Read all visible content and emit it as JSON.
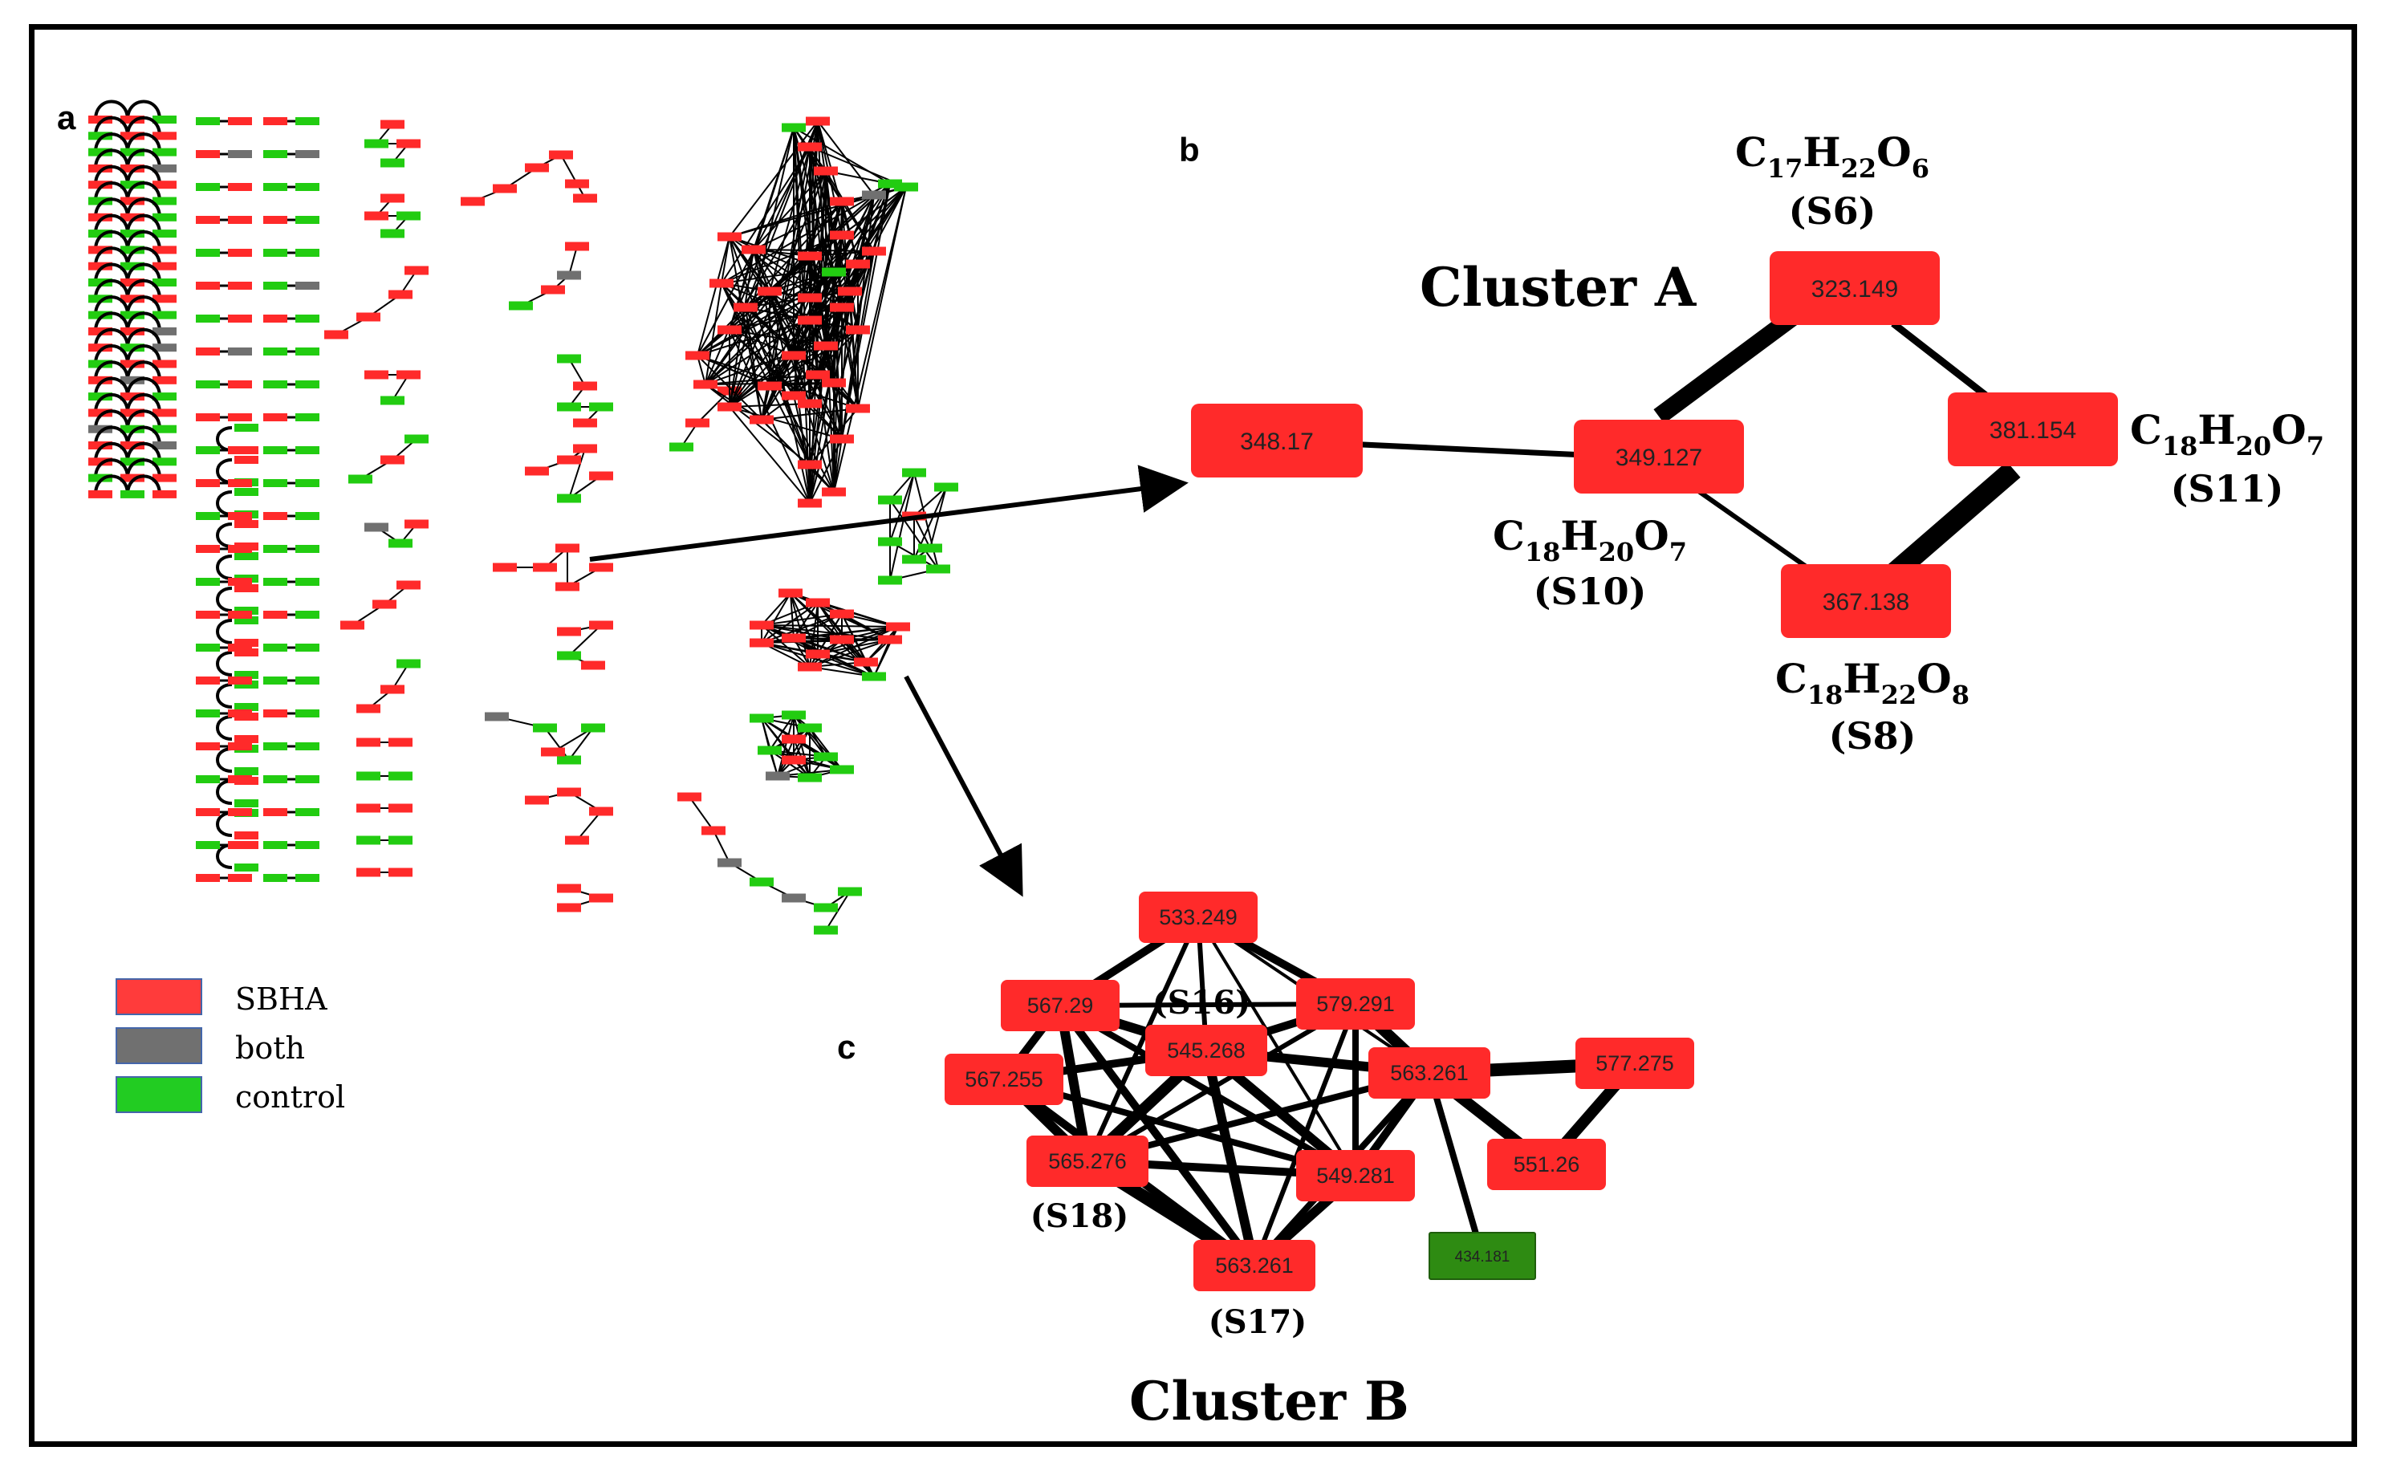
{
  "panel_labels": {
    "a": "a",
    "b": "b",
    "c": "c"
  },
  "colors": {
    "sbha": "#ff2a2a",
    "both": "#707070",
    "control": "#22cc11",
    "edge": "#000000",
    "green_node": "#2e8b12"
  },
  "legend": [
    {
      "label": "SBHA",
      "color": "#ff3b3b"
    },
    {
      "label": "both",
      "color": "#707070"
    },
    {
      "label": "control",
      "color": "#22cc22"
    }
  ],
  "cluster_a": {
    "title": "Cluster A",
    "nodes": [
      {
        "id": "n348",
        "label": "348.17"
      },
      {
        "id": "n349",
        "label": "349.127"
      },
      {
        "id": "n323",
        "label": "323.149"
      },
      {
        "id": "n381",
        "label": "381.154"
      },
      {
        "id": "n367",
        "label": "367.138"
      }
    ],
    "annotations": [
      {
        "node": "n323",
        "formula": [
          "C",
          "17",
          "H",
          "22",
          "O",
          "6"
        ],
        "code": "(S6)"
      },
      {
        "node": "n349",
        "formula": [
          "C",
          "18",
          "H",
          "20",
          "O",
          "7"
        ],
        "code": "(S10)"
      },
      {
        "node": "n381",
        "formula": [
          "C",
          "18",
          "H",
          "20",
          "O",
          "7"
        ],
        "code": "(S11)"
      },
      {
        "node": "n367",
        "formula": [
          "C",
          "18",
          "H",
          "22",
          "O",
          "8"
        ],
        "code": "(S8)"
      }
    ]
  },
  "cluster_b": {
    "title": "Cluster B",
    "nodes": [
      {
        "id": "b533",
        "label": "533.249"
      },
      {
        "id": "b567a",
        "label": "567.29"
      },
      {
        "id": "b579",
        "label": "579.291"
      },
      {
        "id": "b545",
        "label": "545.268"
      },
      {
        "id": "b567b",
        "label": "567.255"
      },
      {
        "id": "b563a",
        "label": "563.261"
      },
      {
        "id": "b577",
        "label": "577.275"
      },
      {
        "id": "b565",
        "label": "565.276"
      },
      {
        "id": "b549",
        "label": "549.281"
      },
      {
        "id": "b551",
        "label": "551.26"
      },
      {
        "id": "b563b",
        "label": "563.261"
      },
      {
        "id": "b434",
        "label": "434.181"
      }
    ],
    "codes": [
      {
        "node": "b545",
        "code": "(S16)"
      },
      {
        "node": "b565",
        "code": "(S18)"
      },
      {
        "node": "b563b",
        "code": "(S17)"
      }
    ]
  }
}
